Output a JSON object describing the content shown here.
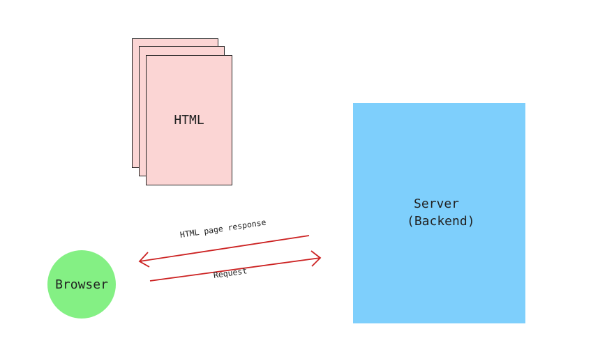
{
  "html_stack": {
    "label": "HTML"
  },
  "server": {
    "line1": "Server",
    "line2": "(Backend)"
  },
  "browser": {
    "label": "Browser"
  },
  "arrows": {
    "response_label": "HTML page response",
    "request_label": "Request",
    "color": "#cc2222"
  },
  "colors": {
    "page": "#fbd5d4",
    "server": "#7ecffc",
    "browser": "#84f084"
  }
}
